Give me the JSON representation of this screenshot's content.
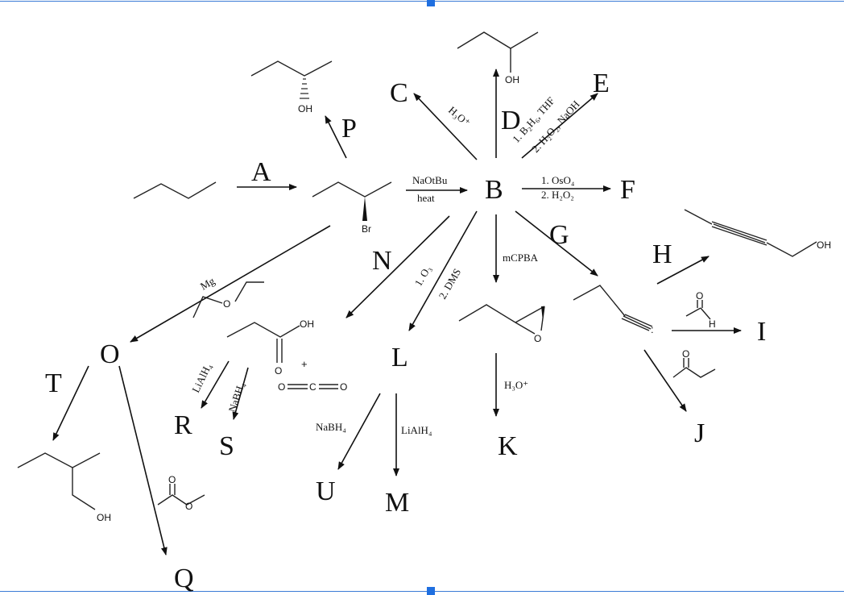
{
  "labels": {
    "A": "A",
    "B": "B",
    "C": "C",
    "D": "D",
    "E": "E",
    "F": "F",
    "G": "G",
    "H": "H",
    "I": "I",
    "J": "J",
    "K": "K",
    "L": "L",
    "M": "M",
    "N": "N",
    "O": "O",
    "P": "P",
    "Q": "Q",
    "R": "R",
    "S": "S",
    "T": "T",
    "U": "U"
  },
  "conditions": {
    "b_top": "NaOtBu",
    "b_bottom": "heat",
    "c": "H₃O⁺",
    "e_1": "1. B₂H₆, THF",
    "e_2": "2. H₂O₂, NaOH",
    "f_1": "1. OsO₄",
    "f_2": "2. H₂O₂",
    "o_reagent": "Mg",
    "l_1": "1. O₃",
    "l_2": "2. DMS",
    "epox": "mCPBA",
    "k": "H₃O⁺",
    "r": "LiAlH₄",
    "s": "NaBH₄",
    "u": "NaBH₄",
    "m": "LiAlH₄",
    "plus": "+"
  },
  "atoms": {
    "p_oh": "OH",
    "d_oh": "OH",
    "br": "Br",
    "h_oh": "OH",
    "acid_oh": "OH",
    "acid_o": "O",
    "co2_left": "O",
    "co2_c": "C",
    "co2_right": "O",
    "epox_o": "O",
    "ald_o": "O",
    "ald_h": "H",
    "ket_o": "O",
    "t_oh": "OH",
    "ester_o1": "O",
    "ester_o2": "O",
    "ether_o": "O",
    "anion": ":"
  }
}
